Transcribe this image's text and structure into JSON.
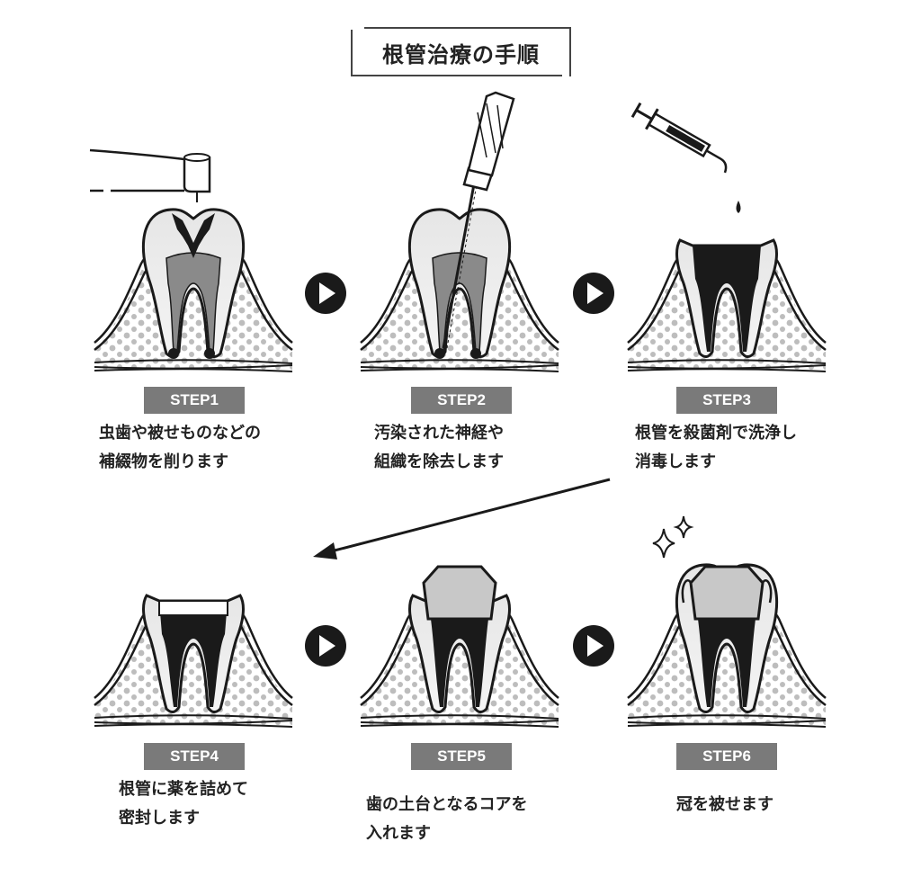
{
  "title": "根管治療の手順",
  "steps": [
    {
      "label": "STEP1",
      "lines": [
        "虫歯や被せものなどの",
        "補綴物を削ります"
      ]
    },
    {
      "label": "STEP2",
      "lines": [
        "汚染された神経や",
        "組織を除去します"
      ]
    },
    {
      "label": "STEP3",
      "lines": [
        "根管を殺菌剤で洗浄し",
        "消毒します"
      ]
    },
    {
      "label": "STEP4",
      "lines": [
        "根管に薬を詰めて",
        "密封します"
      ]
    },
    {
      "label": "STEP5",
      "lines": [
        "歯の土台となるコアを",
        "入れます"
      ]
    },
    {
      "label": "STEP6",
      "lines": [
        "冠を被せます"
      ]
    }
  ],
  "colors": {
    "label_bg": "#7a7a7a",
    "ink": "#1a1a1a",
    "bone_dots": "#bdbdbd",
    "core": "#c8c8c8"
  }
}
